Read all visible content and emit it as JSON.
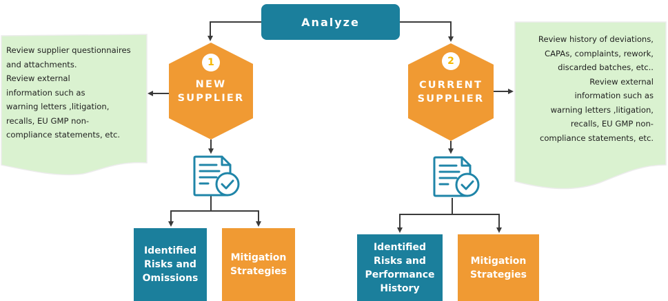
{
  "colors": {
    "teal": "#1b7f9c",
    "orange": "#f09a33",
    "note_green": "#daf2d0",
    "badge_number": "#f5b800",
    "connector": "#3a3a3a"
  },
  "header": {
    "title": "Analyze"
  },
  "branches": [
    {
      "number": "1",
      "title": "NEW\nSUPPLIER",
      "note": "Review supplier questionnaires\nand attachments.\nReview external\ninformation such as\nwarning letters ,litigation,\nrecalls, EU GMP non-\ncompliance statements, etc.",
      "icon": "document-check-icon",
      "outputs": [
        {
          "label": "Identified\nRisks and\nOmissions",
          "color": "teal"
        },
        {
          "label": "Mitigation\nStrategies",
          "color": "orange"
        }
      ]
    },
    {
      "number": "2",
      "title": "CURRENT\nSUPPLIER",
      "note": "Review history of deviations,\nCAPAs, complaints, rework,\ndiscarded batches, etc..\nReview external\ninformation such as\nwarning letters ,litigation,\nrecalls, EU GMP non-\ncompliance statements, etc.",
      "icon": "document-check-icon",
      "outputs": [
        {
          "label": "Identified\nRisks and\nPerformance\nHistory",
          "color": "teal"
        },
        {
          "label": "Mitigation\nStrategies",
          "color": "orange"
        }
      ]
    }
  ]
}
